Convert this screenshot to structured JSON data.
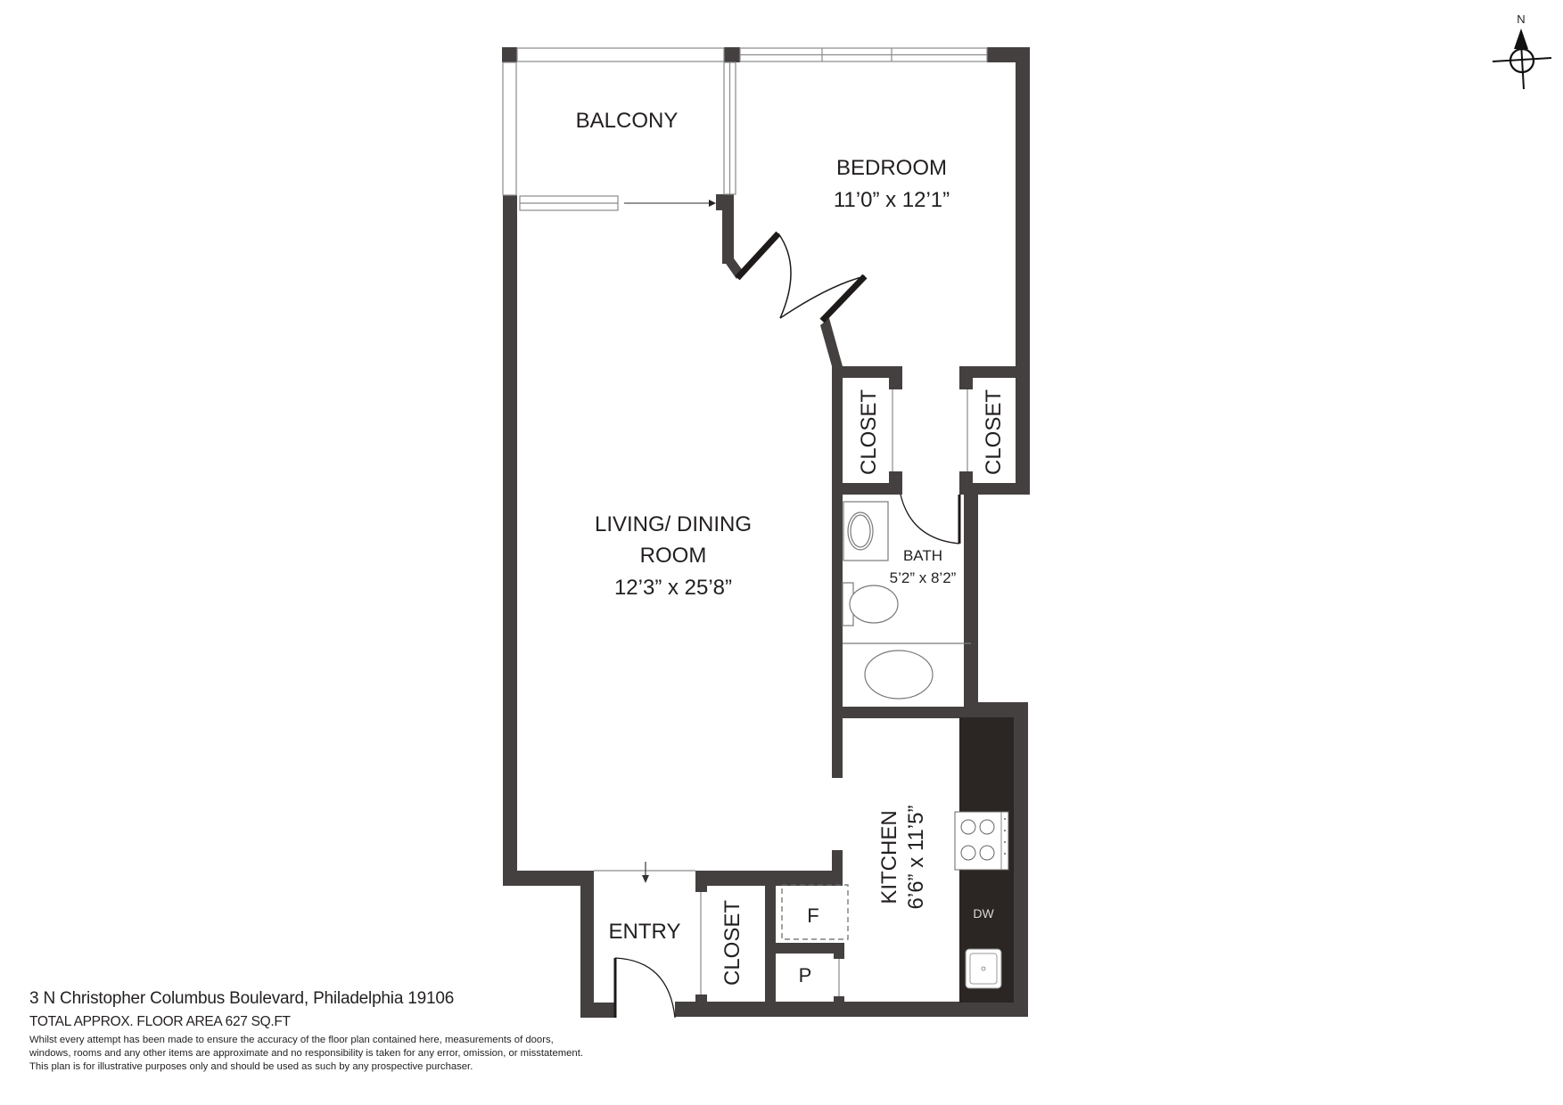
{
  "compass": {
    "label": "N",
    "icon": "north-arrow-compass-icon"
  },
  "rooms": {
    "balcony": {
      "name": "BALCONY"
    },
    "bedroom": {
      "name": "BEDROOM",
      "dims": "11’0” x 12’1”"
    },
    "living": {
      "name_line1": "LIVING/ DINING",
      "name_line2": "ROOM",
      "dims": "12’3” x 25’8”"
    },
    "closet_left": {
      "name": "CLOSET"
    },
    "closet_right": {
      "name": "CLOSET"
    },
    "bath": {
      "name": "BATH",
      "dims": "5’2” x 8’2”"
    },
    "kitchen": {
      "name": "KITCHEN",
      "dims": "6’6” x 11’5”"
    },
    "entry": {
      "name": "ENTRY"
    },
    "closet_entry": {
      "name": "CLOSET"
    },
    "fridge": {
      "name": "F"
    },
    "pantry": {
      "name": "P"
    },
    "dishwasher": {
      "name": "DW"
    }
  },
  "footer": {
    "address": "3 N Christopher Columbus Boulevard, Philadelphia 19106",
    "floor_area": "TOTAL APPROX. FLOOR AREA 627 SQ.FT",
    "disclaimer_line1": "Whilst every attempt has been made to ensure the accuracy of the floor plan contained here, measurements of doors,",
    "disclaimer_line2": "windows, rooms and any other items are approximate and no responsibility is taken for any error, omission, or misstatement.",
    "disclaimer_line3": "This plan is for illustrative purposes only and should be used as such by any prospective purchaser."
  },
  "colors": {
    "wall": "#454040",
    "counter": "#2b2624",
    "text": "#231f20",
    "fixture_line": "#7a7a7a"
  }
}
